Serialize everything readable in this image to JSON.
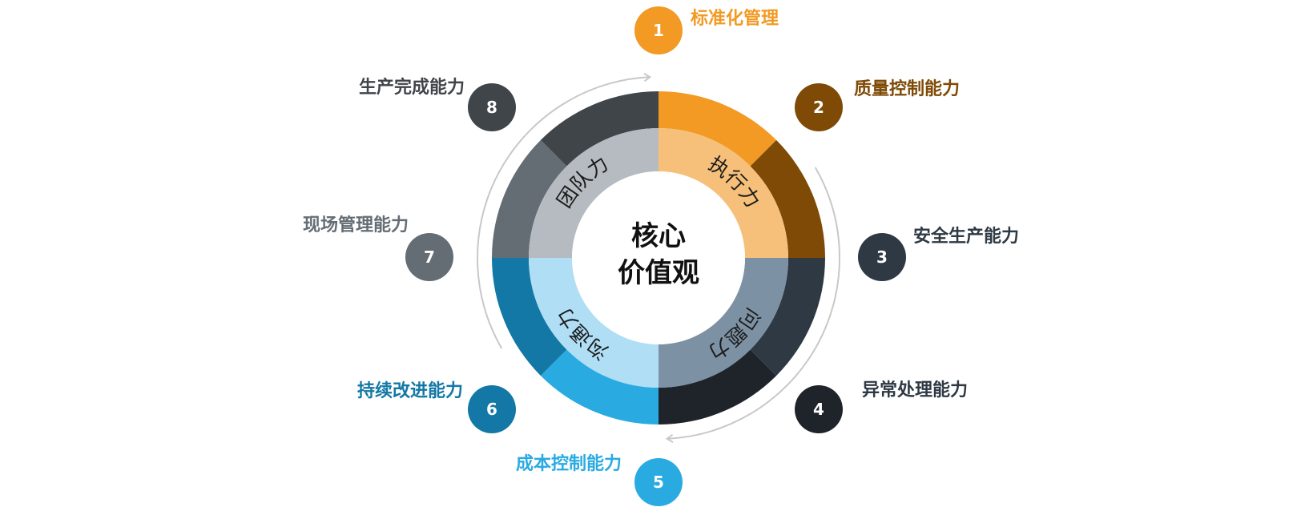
{
  "center": {
    "line1": "核心",
    "line2": "价值观"
  },
  "inner_ring": [
    {
      "label": "执行力",
      "color": "#F6C07A"
    },
    {
      "label": "问题力",
      "color": "#7D91A4"
    },
    {
      "label": "沟通力",
      "color": "#B0DEF5"
    },
    {
      "label": "团队力",
      "color": "#B5BBC0"
    }
  ],
  "items": [
    {
      "num": "1",
      "label": "标准化管理",
      "color": "#F29A24"
    },
    {
      "num": "2",
      "label": "质量控制能力",
      "color": "#7E4A06"
    },
    {
      "num": "3",
      "label": "安全生产能力",
      "color": "#2E3944"
    },
    {
      "num": "4",
      "label": "异常处理能力",
      "color": "#1E242A"
    },
    {
      "num": "5",
      "label": "成本控制能力",
      "color": "#29ABE2"
    },
    {
      "num": "6",
      "label": "持续改进能力",
      "color": "#1378A5"
    },
    {
      "num": "7",
      "label": "现场管理能力",
      "color": "#646C74"
    },
    {
      "num": "8",
      "label": "生产完成能力",
      "color": "#40454A"
    }
  ],
  "label_colors": {
    "1": "#F29A24",
    "2": "#7E4A06",
    "3": "#2E3944",
    "4": "#2E3944",
    "5": "#29ABE2",
    "6": "#1378A5",
    "7": "#646C74",
    "8": "#40454A"
  },
  "arrow_color": "#C8C8C8"
}
